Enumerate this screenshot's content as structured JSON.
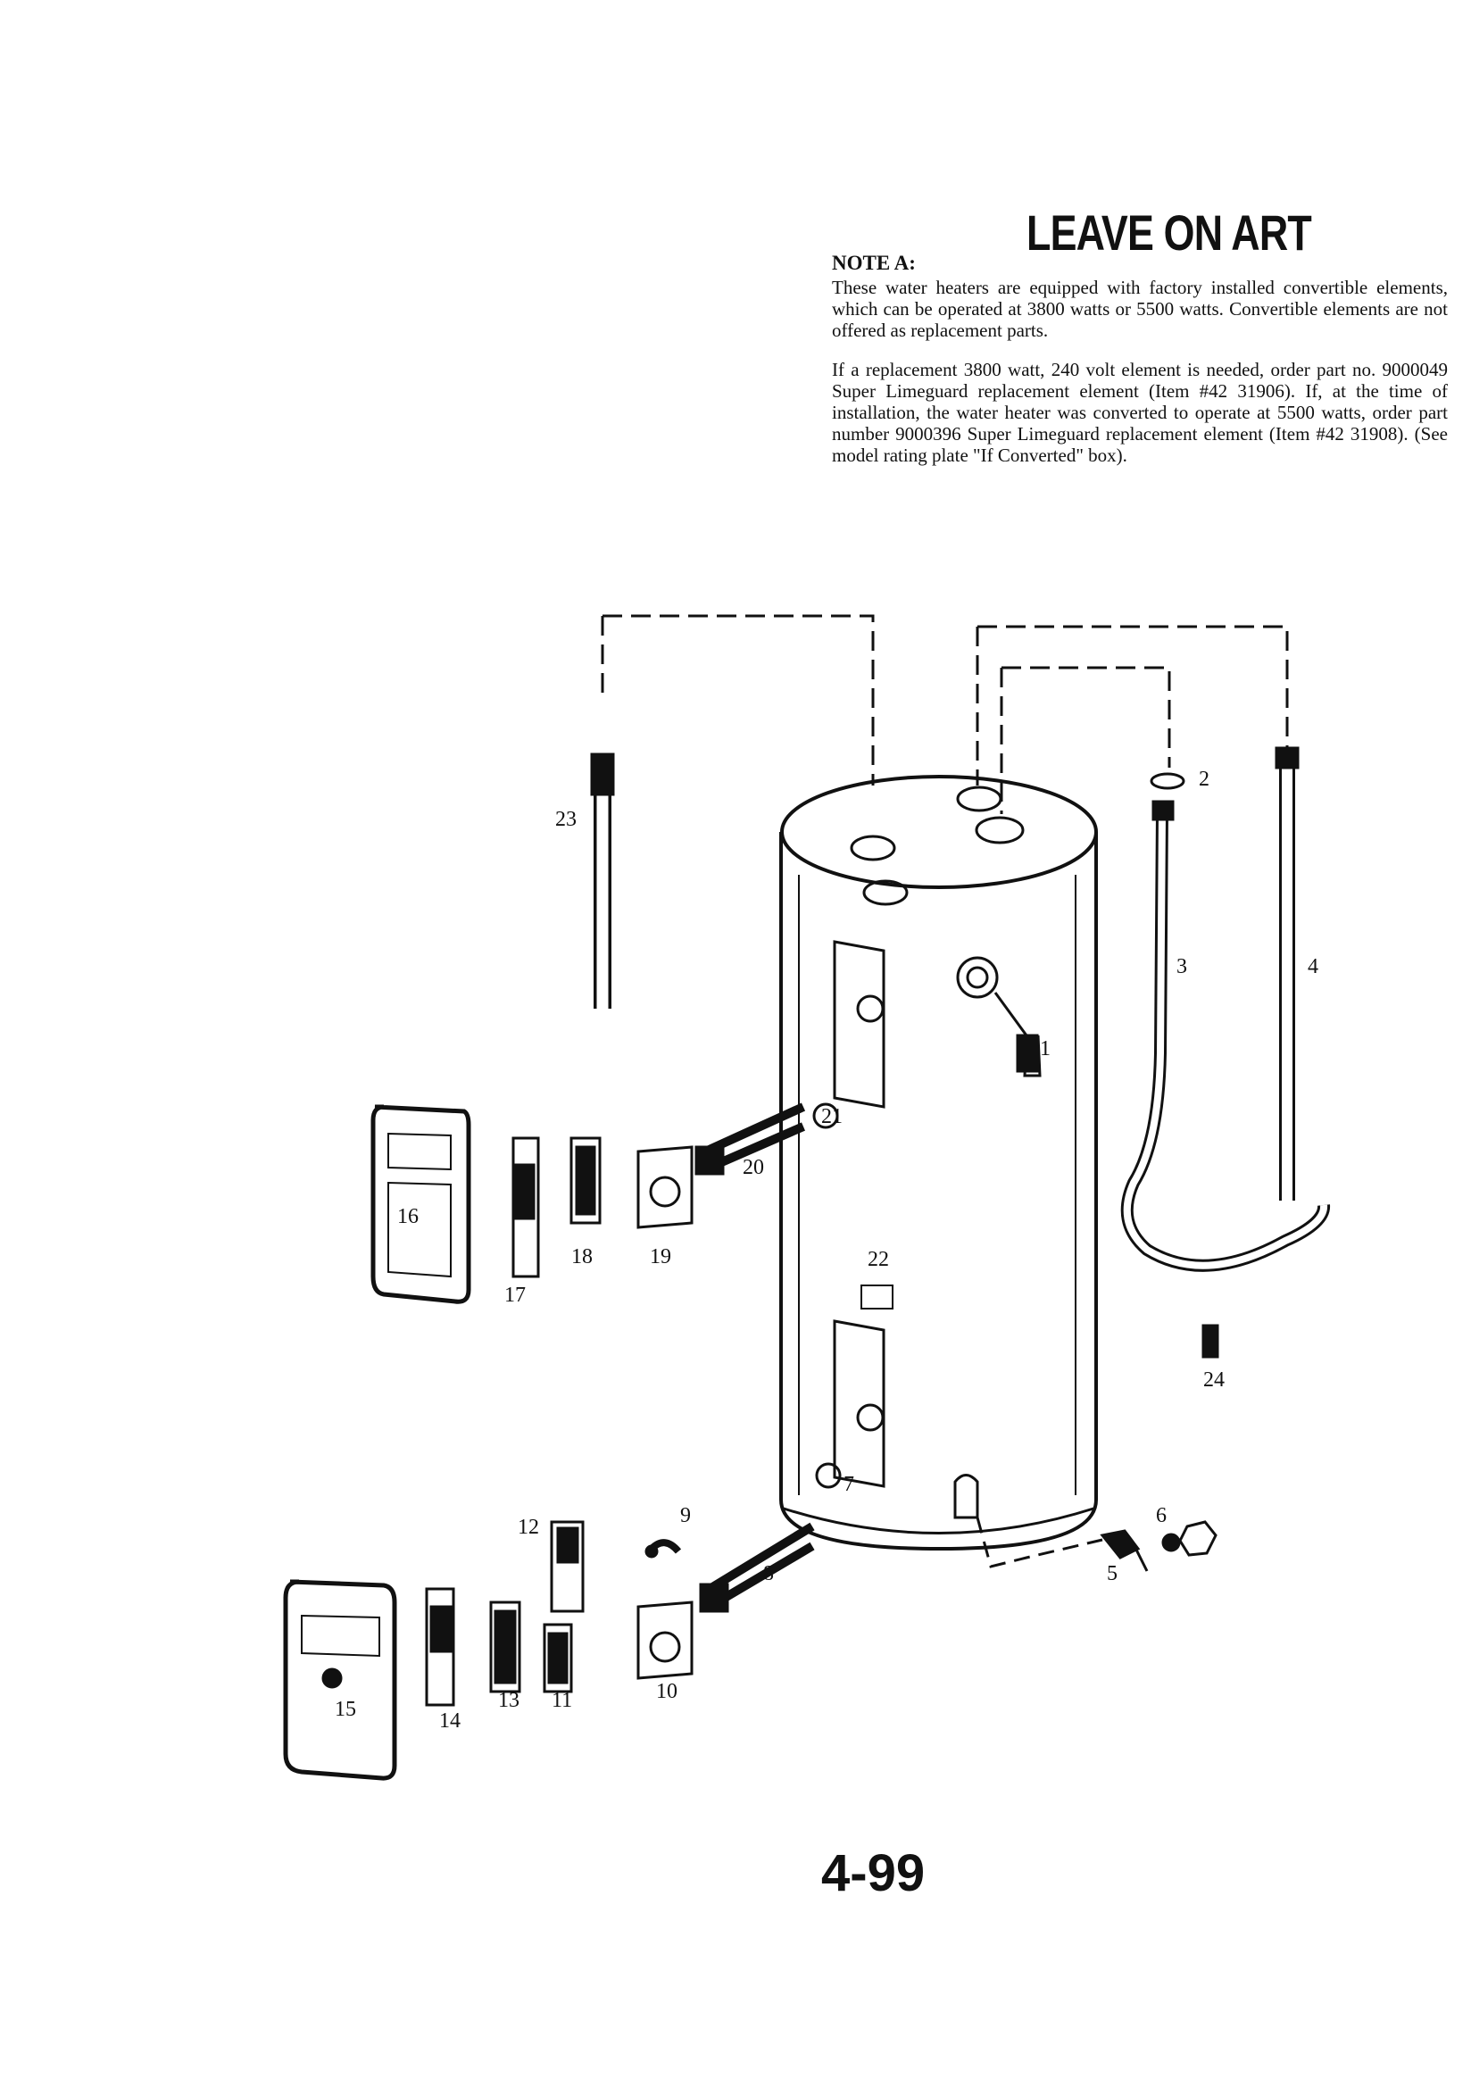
{
  "stamp": "LEAVE ON ART",
  "note": {
    "heading": "NOTE A:",
    "paragraph1": "These water heaters are equipped with factory installed convertible elements, which can be operated at 3800 watts or 5500 watts. Convertible elements are not offered as replacement parts.",
    "paragraph2": "If a replacement 3800 watt, 240 volt element is needed, order part no. 9000049 Super Limeguard replacement element (Item #42 31906). If, at the time of installation, the water heater was converted to operate at 5500 watts, order part number 9000396 Super Limeguard replacement element (Item #42 31908). (See model rating plate \"If Converted\" box)."
  },
  "callouts": [
    "1",
    "2",
    "3",
    "4",
    "5",
    "6",
    "7",
    "8",
    "9",
    "10",
    "11",
    "12",
    "13",
    "14",
    "15",
    "16",
    "17",
    "18",
    "19",
    "20",
    "21",
    "22",
    "23",
    "24"
  ],
  "page_number": "4-99"
}
